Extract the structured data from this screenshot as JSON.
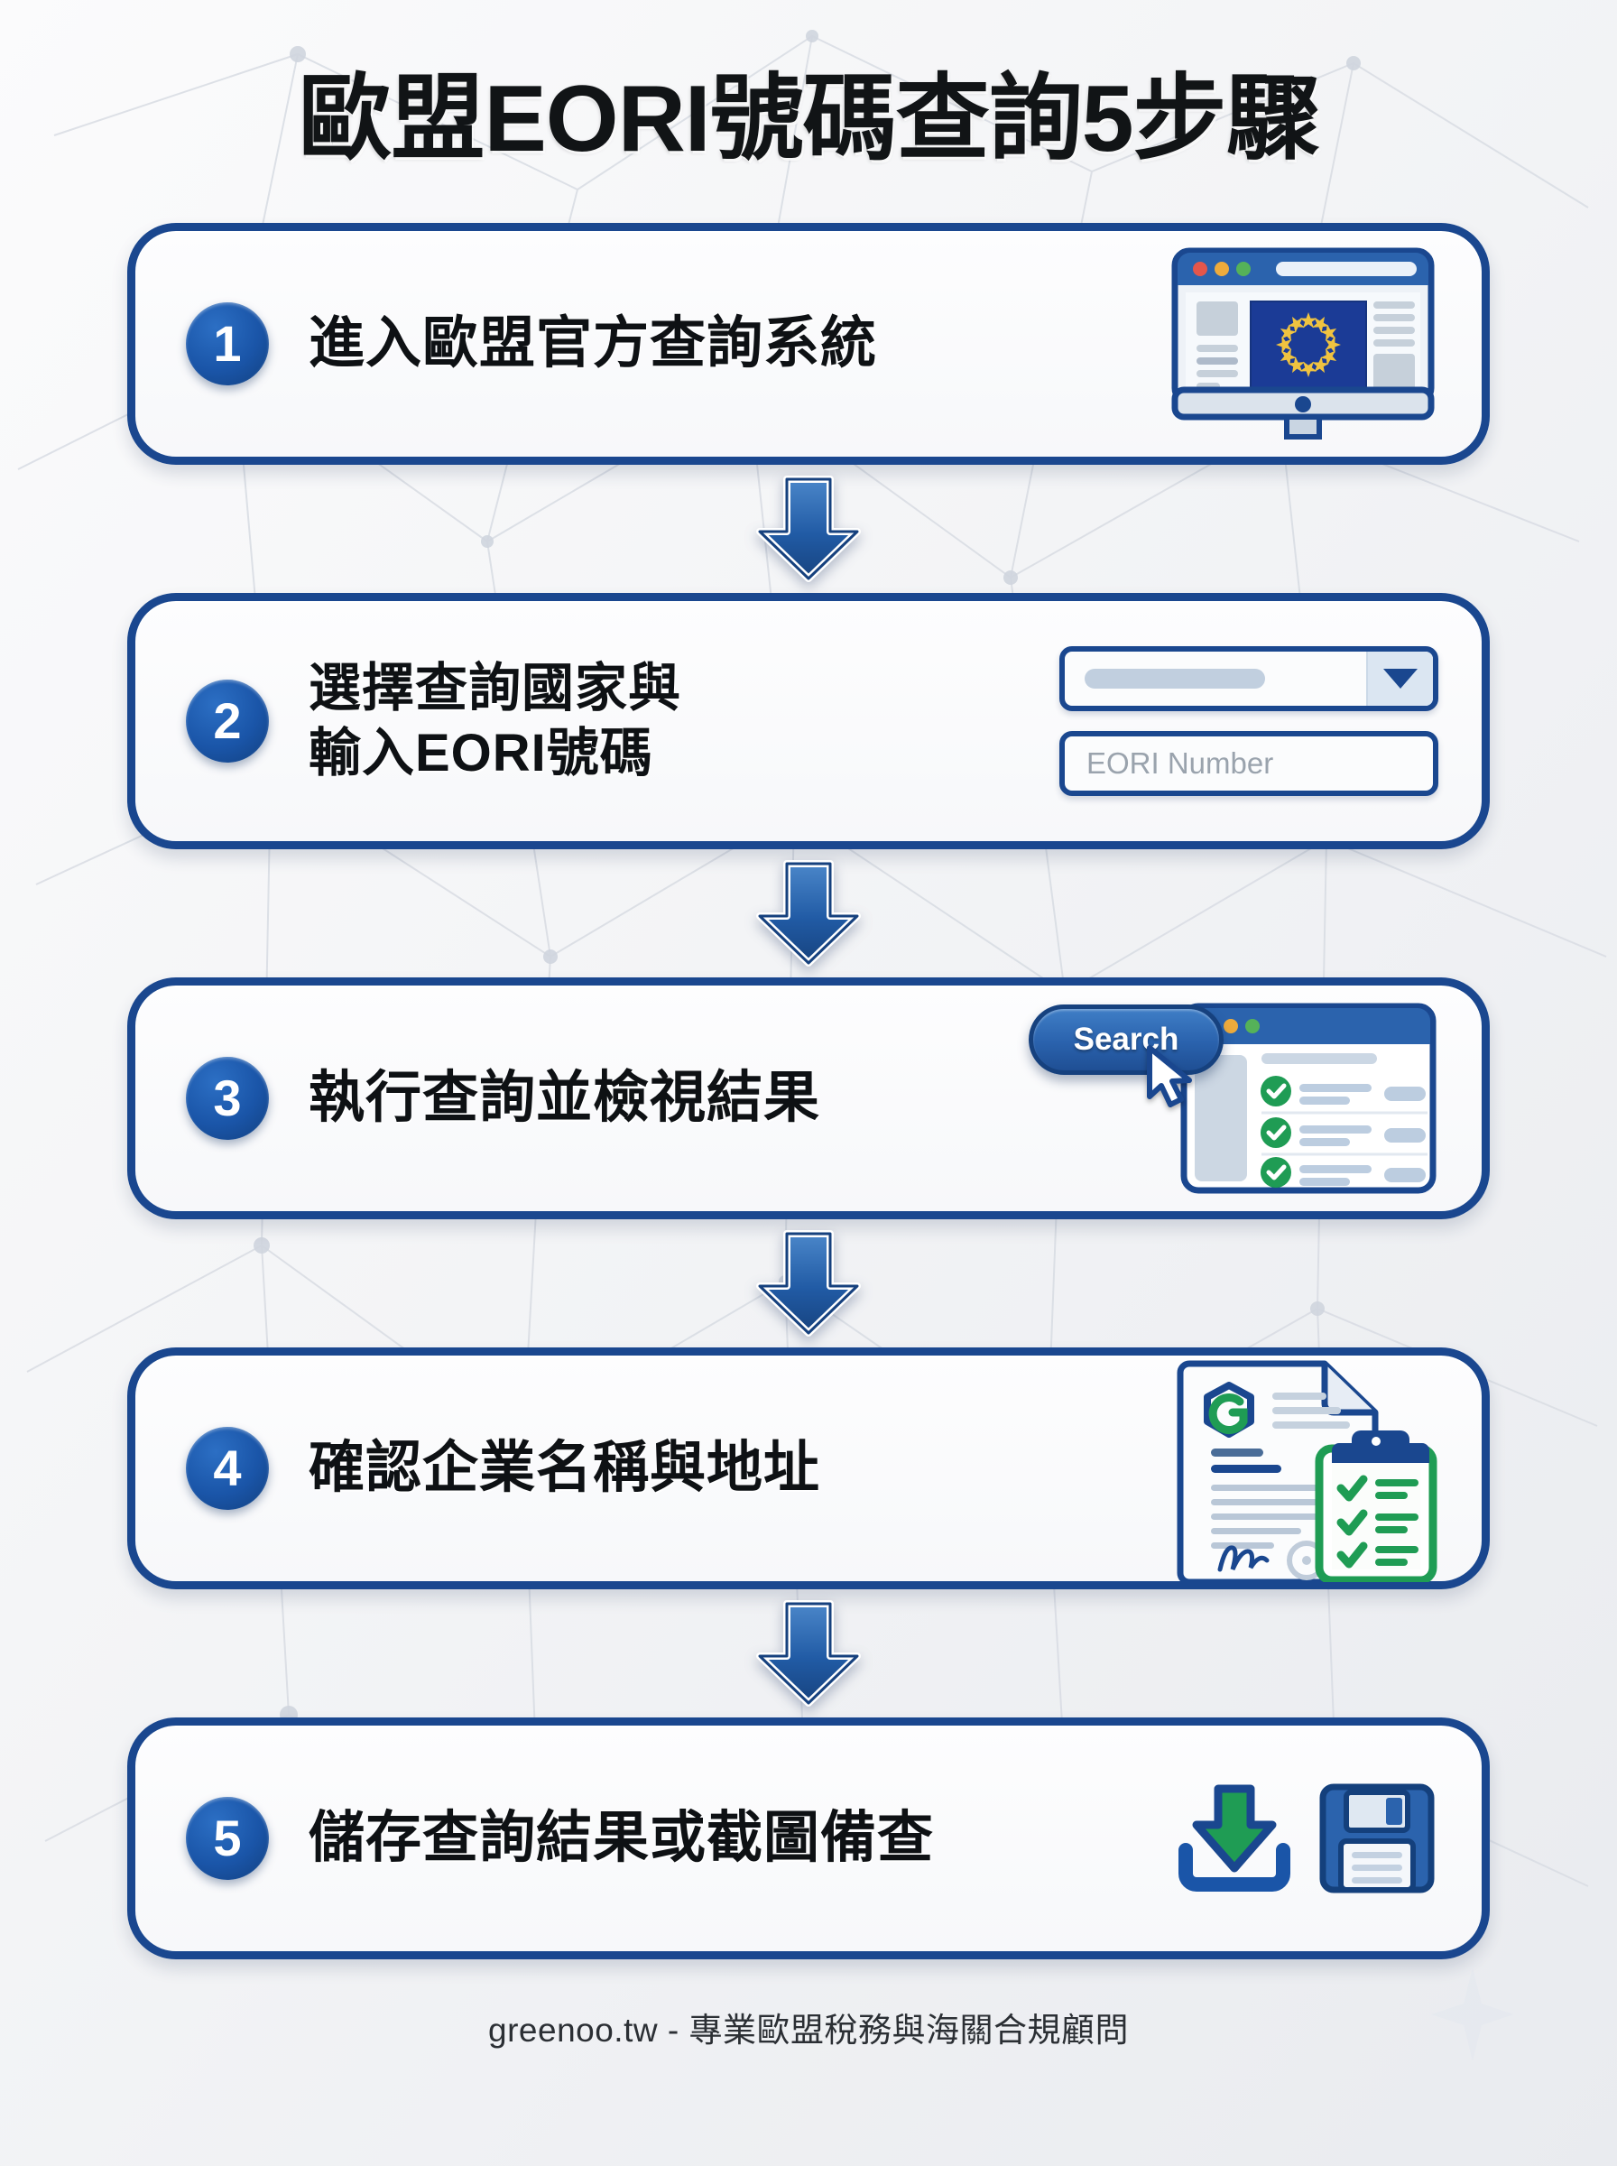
{
  "title": "歐盟EORI號碼查詢5步驟",
  "colors": {
    "border_blue": "#1a478f",
    "badge_blue": "#1a55a8",
    "accent_green": "#1f9c54",
    "page_bg": "#f2f3f5",
    "placeholder_grey": "#9aa3ad"
  },
  "steps": [
    {
      "number": "1",
      "text": "進入歐盟官方查詢系統",
      "art": "monitor-eu-flag"
    },
    {
      "number": "2",
      "text_line1": "選擇查詢國家與",
      "text_line2": "輸入EORI號碼",
      "art": "country-select-form",
      "form": {
        "select_placeholder": "",
        "input_placeholder": "EORI Number"
      }
    },
    {
      "number": "3",
      "text": "執行查詢並檢視結果",
      "art": "browser-results",
      "search_button_label": "Search"
    },
    {
      "number": "4",
      "text": "確認企業名稱與地址",
      "art": "document-clipboard"
    },
    {
      "number": "5",
      "text": "儲存查詢結果或截圖備查",
      "art": "download-floppy"
    }
  ],
  "arrow_label": "down-arrow",
  "footer": "greenoo.tw - 專業歐盟稅務與海關合規顧問"
}
